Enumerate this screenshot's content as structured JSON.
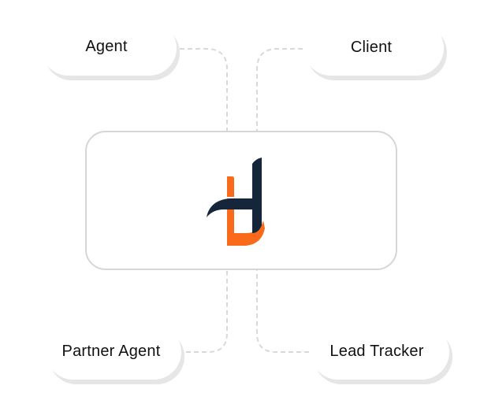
{
  "diagram": {
    "center": {
      "logo": "hl-monogram-logo",
      "colors": {
        "dark": "#15263b",
        "orange": "#f96a1b"
      }
    },
    "nodes": [
      {
        "id": "agent",
        "label": "Agent"
      },
      {
        "id": "client",
        "label": "Client"
      },
      {
        "id": "partner-agent",
        "label": "Partner Agent"
      },
      {
        "id": "lead-tracker",
        "label": "Lead Tracker"
      }
    ],
    "connector_color": "#d9d9d9",
    "box_border_color": "#d6d6d6",
    "shadow_color": "#e6e6e6"
  }
}
